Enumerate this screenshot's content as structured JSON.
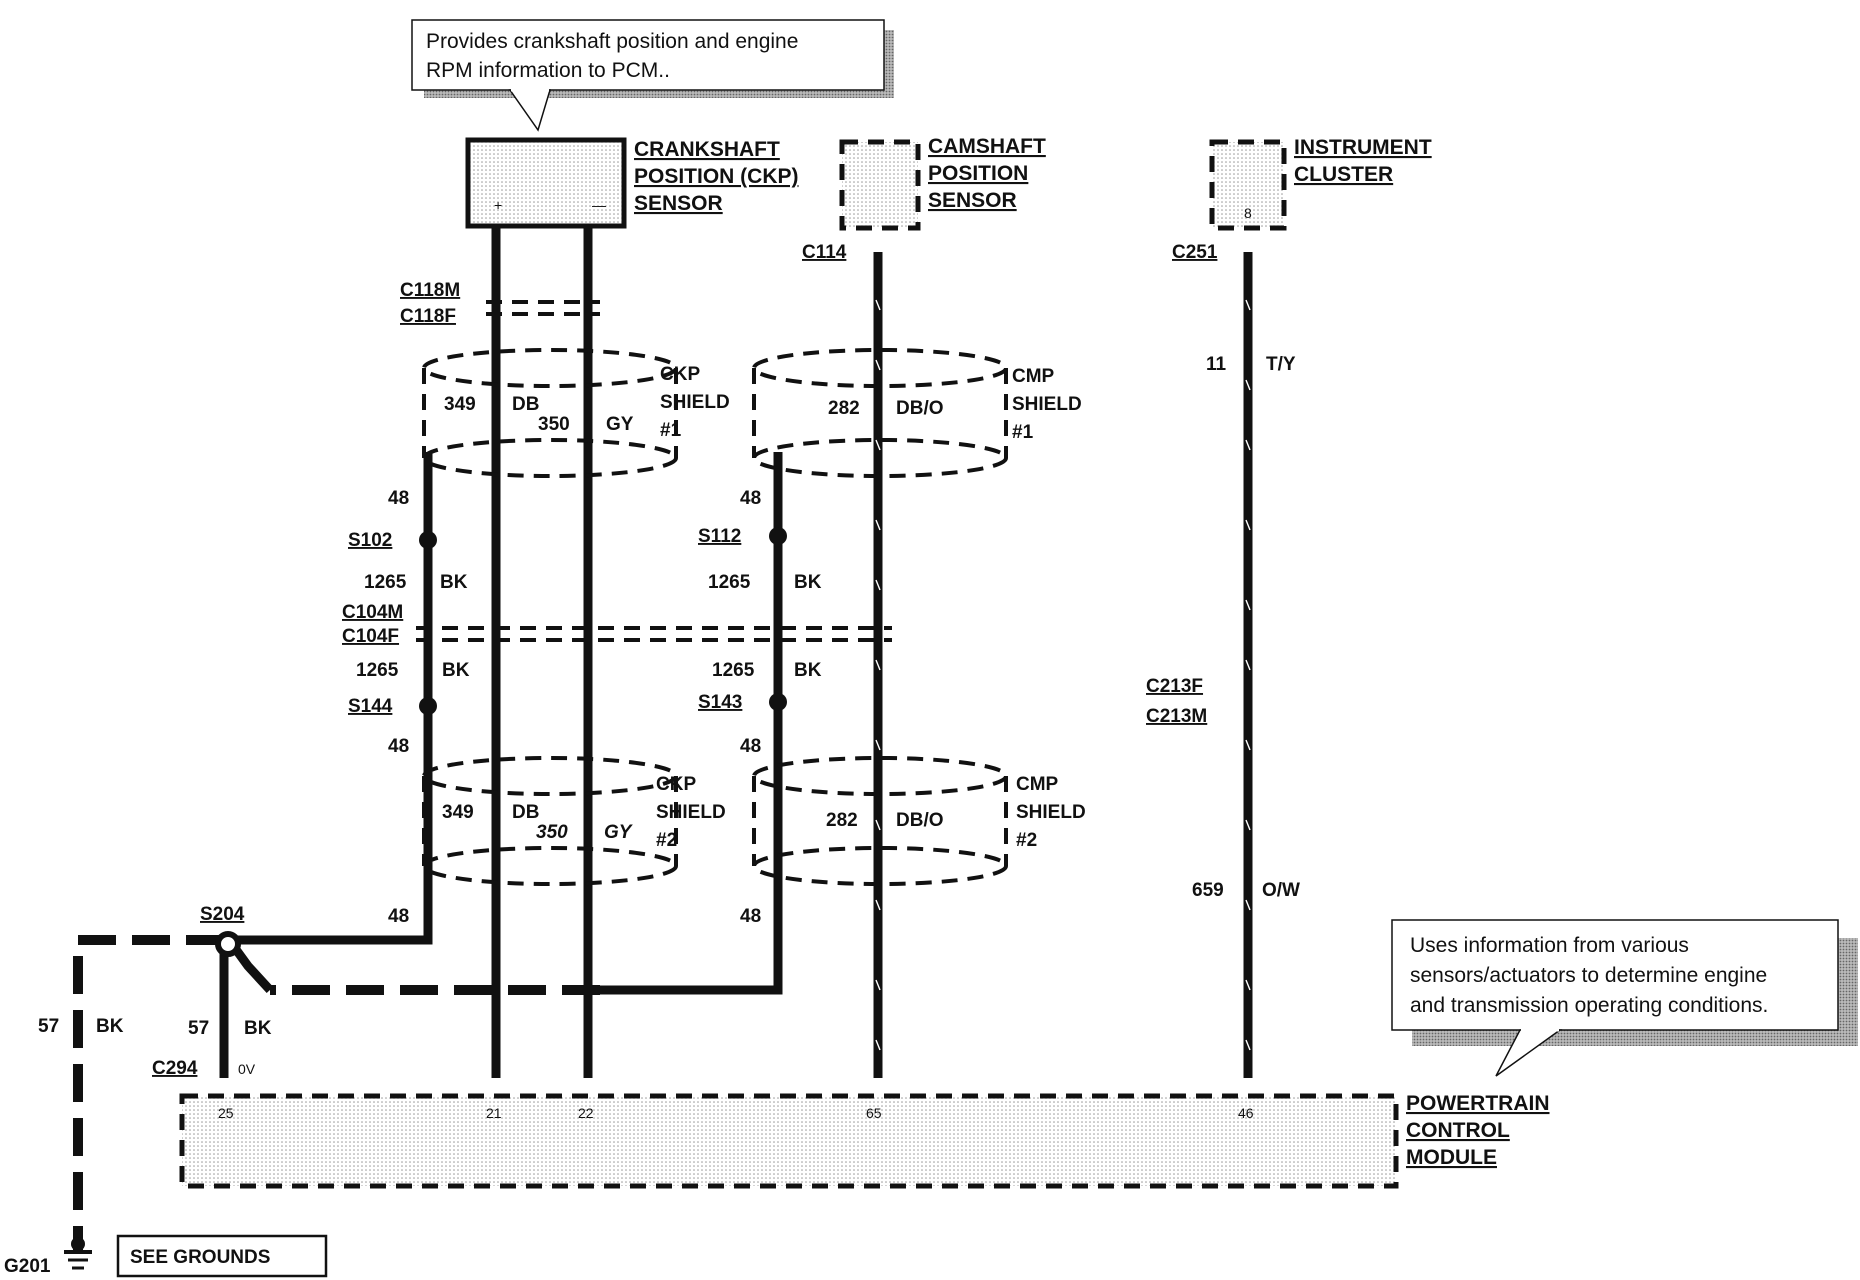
{
  "notes": {
    "ckp_l1": "Provides crankshaft position and engine",
    "ckp_l2": "RPM information to PCM..",
    "pcm_l1": "Uses information from various",
    "pcm_l2": "sensors/actuators to determine engine",
    "pcm_l3": "and transmission operating conditions."
  },
  "components": {
    "ckp": [
      "CRANKSHAFT",
      "POSITION (CKP)",
      "SENSOR"
    ],
    "cmp": [
      "CAMSHAFT",
      "POSITION",
      "SENSOR"
    ],
    "ic": [
      "INSTRUMENT",
      "CLUSTER"
    ],
    "pcm": [
      "POWERTRAIN",
      "CONTROL",
      "MODULE"
    ]
  },
  "sensor_terminals": {
    "plus": "+",
    "minus": "—",
    "ic_pin": "8"
  },
  "connectors": {
    "c118m": "C118M",
    "c118f": "C118F",
    "c104m": "C104M",
    "c104f": "C104F",
    "c114": "C114",
    "c251": "C251",
    "c213f": "C213F",
    "c213m": "C213M",
    "c294": "C294",
    "c294_v": "0V"
  },
  "splices": {
    "s102": "S102",
    "s144": "S144",
    "s112": "S112",
    "s143": "S143",
    "s204": "S204"
  },
  "shields": {
    "ckp1": [
      "CKP",
      "SHIELD",
      "#1"
    ],
    "ckp2": [
      "CKP",
      "SHIELD",
      "#2"
    ],
    "cmp1": [
      "CMP",
      "SHIELD",
      "#1"
    ],
    "cmp2": [
      "CMP",
      "SHIELD",
      "#2"
    ]
  },
  "circuits": {
    "c349": "349",
    "db": "DB",
    "c350": "350",
    "gy": "GY",
    "c282": "282",
    "dbo": "DB/O",
    "c48": "48",
    "c1265": "1265",
    "bk": "BK",
    "c57": "57",
    "c11": "11",
    "ty": "T/Y",
    "c659": "659",
    "ow": "O/W"
  },
  "pcm_pins": {
    "p25": "25",
    "p21": "21",
    "p22": "22",
    "p65": "65",
    "p46": "46"
  },
  "ground": {
    "id": "G201",
    "see_label": "SEE GROUNDS"
  }
}
